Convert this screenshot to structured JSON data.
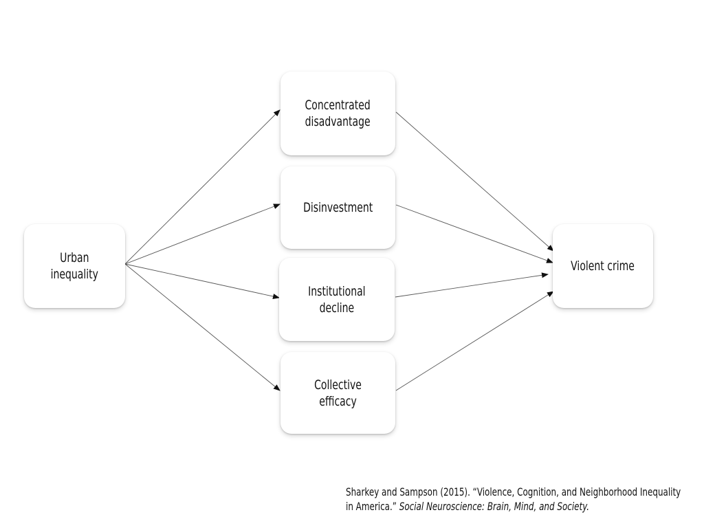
{
  "diagram": {
    "nodes": [
      {
        "id": "urban",
        "label": "Urban\ninequality"
      },
      {
        "id": "conc",
        "label": "Concentrated\ndisadvantage"
      },
      {
        "id": "disinv",
        "label": "Disinvestment"
      },
      {
        "id": "inst",
        "label": "Institutional\ndecline"
      },
      {
        "id": "coll",
        "label": "Collective efficacy"
      },
      {
        "id": "violent",
        "label": "Violent crime"
      }
    ],
    "edges": [
      {
        "from": "urban",
        "to": "conc"
      },
      {
        "from": "urban",
        "to": "disinv"
      },
      {
        "from": "urban",
        "to": "inst"
      },
      {
        "from": "urban",
        "to": "coll"
      },
      {
        "from": "conc",
        "to": "violent"
      },
      {
        "from": "disinv",
        "to": "violent"
      },
      {
        "from": "inst",
        "to": "violent"
      },
      {
        "from": "coll",
        "to": "violent"
      }
    ],
    "edge_color": "#555555"
  },
  "citation": {
    "line1": "Sharkey and Sampson (2015). “Violence, Cognition, and Neighborhood Inequality",
    "line2_prefix": "in America.” ",
    "journal": "Social Neuroscience: Brain, Mind, and Society."
  }
}
